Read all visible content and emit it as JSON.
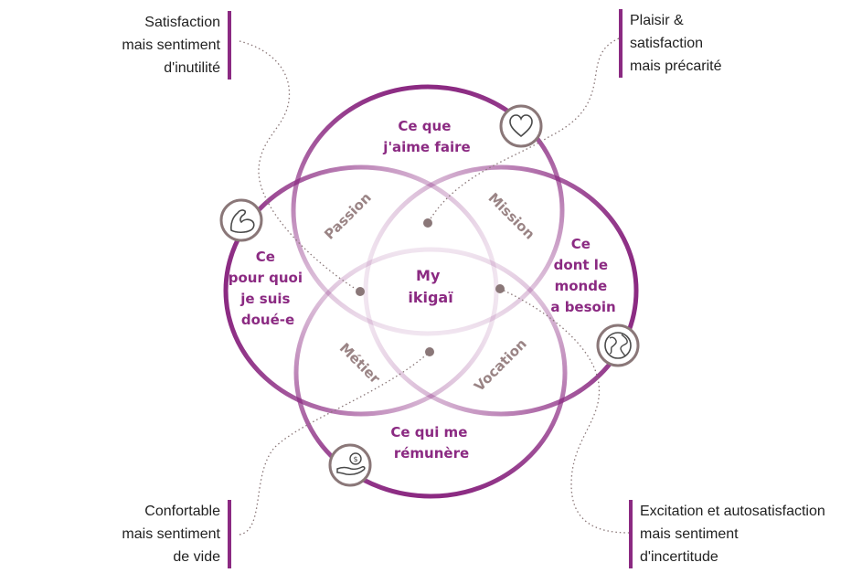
{
  "center": {
    "line1": "My",
    "line2": "ikigaï"
  },
  "circles": {
    "love": {
      "line1": "Ce que",
      "line2": "j'aime faire"
    },
    "need": {
      "line1": "Ce",
      "line2": "dont le",
      "line3": "monde",
      "line4": "a besoin"
    },
    "paid": {
      "line1": "Ce qui me",
      "line2": "rémunère"
    },
    "good": {
      "line1": "Ce",
      "line2": "pour quoi",
      "line3": "je suis",
      "line4": "doué-e"
    }
  },
  "zones": {
    "passion": "Passion",
    "mission": "Mission",
    "vocation": "Vocation",
    "metier": "Métier"
  },
  "notes": {
    "top_left": [
      "Satisfaction",
      "mais sentiment",
      "d'inutilité"
    ],
    "top_right": [
      "Plaisir &",
      "satisfaction",
      "mais précarité"
    ],
    "bottom_left": [
      "Confortable",
      "mais sentiment",
      "de vide"
    ],
    "bottom_right": [
      "Excitation et autosatisfaction",
      "mais sentiment",
      "d'incertitude"
    ]
  },
  "icons": {
    "love": "heart-icon",
    "good": "flexed-arm-icon",
    "need": "globe-icon",
    "paid": "hand-coin-icon"
  },
  "colors": {
    "accent": "#8b2a82",
    "zone_text": "#9a8485",
    "icon_ring": "#8a7778",
    "dot": "#8a7778"
  }
}
